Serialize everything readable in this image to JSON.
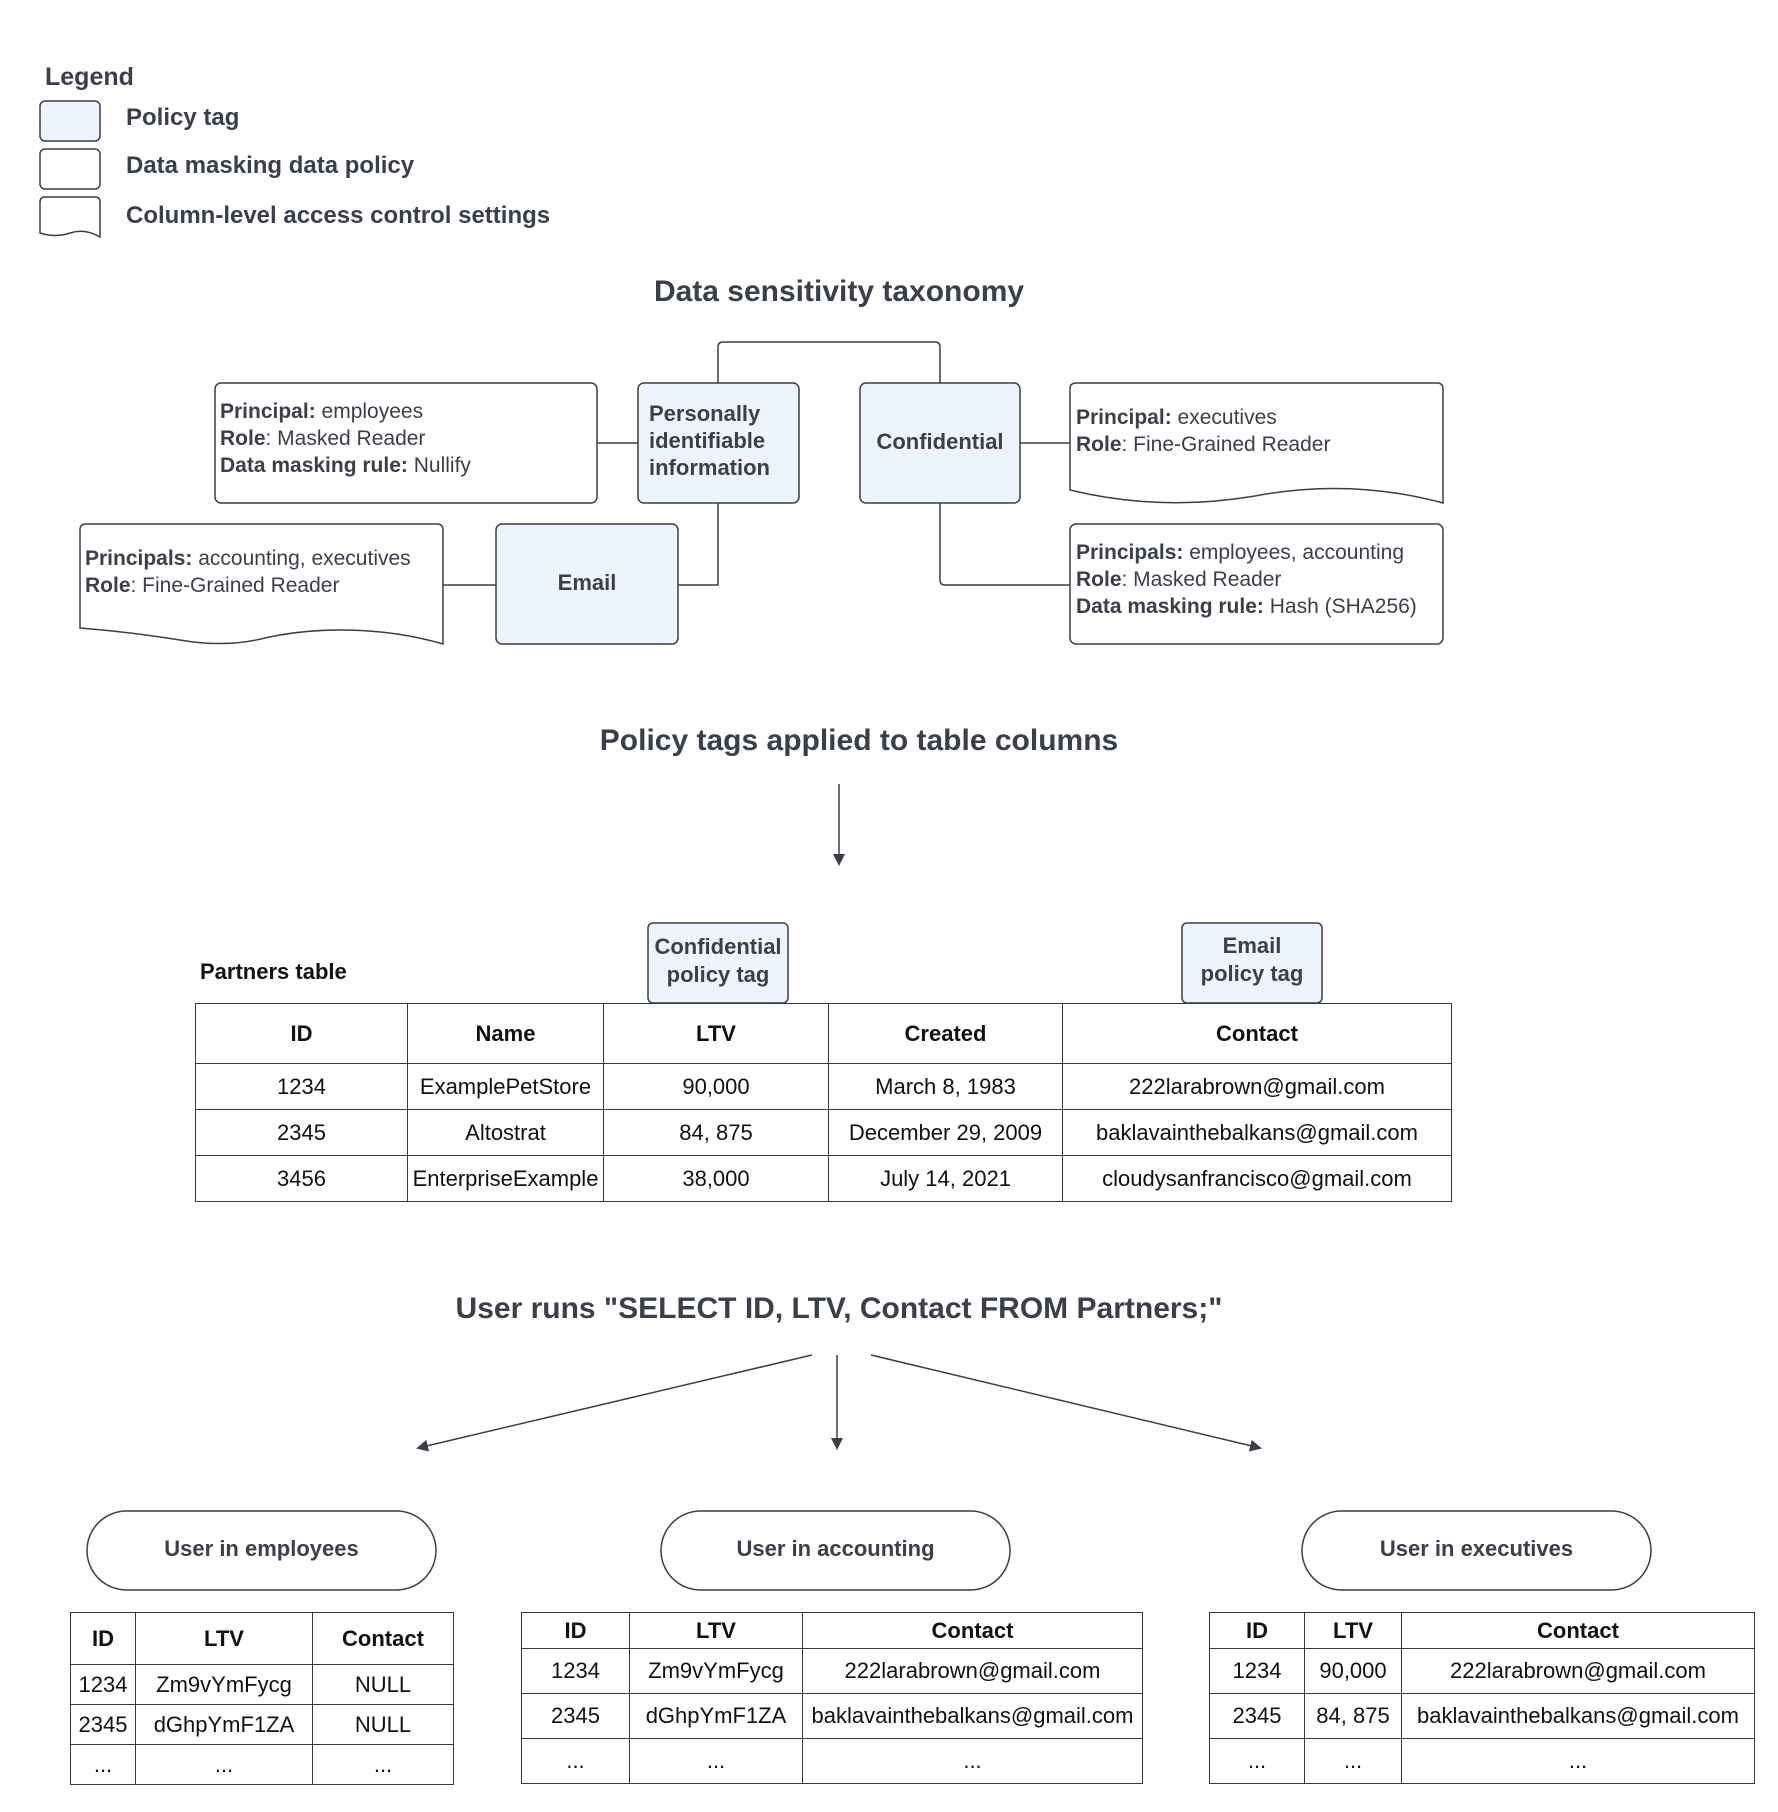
{
  "legend": {
    "title": "Legend",
    "items": [
      {
        "label": "Policy tag"
      },
      {
        "label": "Data masking data policy"
      },
      {
        "label": "Column-level access control settings"
      }
    ]
  },
  "colors": {
    "policy_tag_fill": "#edf4fd",
    "stroke": "#3a3f4a",
    "text": "#3a3f4a"
  },
  "taxonomy": {
    "title": "Data sensitivity taxonomy",
    "pii": {
      "line1": "Personally",
      "line2": "identifiable",
      "line3": "information"
    },
    "confidential": {
      "label": "Confidential"
    },
    "email": {
      "label": "Email"
    },
    "pii_policy": {
      "principal_key": "Principal:",
      "principal_val": " employees",
      "role_key": "Role",
      "role_val": ": Masked Reader",
      "rule_key": "Data masking rule:",
      "rule_val": " Nullify"
    },
    "conf_access": {
      "principal_key": "Principal:",
      "principal_val": " executives",
      "role_key": "Role",
      "role_val": ": Fine-Grained Reader"
    },
    "email_access": {
      "principal_key": "Principals:",
      "principal_val": " accounting, executives",
      "role_key": "Role",
      "role_val": ": Fine-Grained Reader"
    },
    "conf_policy": {
      "principal_key": "Principals:",
      "principal_val": " employees, accounting",
      "role_key": "Role",
      "role_val": ": Masked Reader",
      "rule_key": "Data masking rule:",
      "rule_val": " Hash (SHA256)"
    }
  },
  "applied": {
    "title": "Policy tags applied to table columns",
    "table_label": "Partners table",
    "conf_tag": {
      "line1": "Confidential",
      "line2": "policy tag"
    },
    "email_tag": {
      "line1": "Email",
      "line2": "policy tag"
    },
    "headers": [
      "ID",
      "Name",
      "LTV",
      "Created",
      "Contact"
    ],
    "rows": [
      [
        "1234",
        "ExamplePetStore",
        "90,000",
        "March 8, 1983",
        "222larabrown@gmail.com"
      ],
      [
        "2345",
        "Altostrat",
        "84, 875",
        "December 29, 2009",
        "baklavainthebalkans@gmail.com"
      ],
      [
        "3456",
        "EnterpriseExample",
        "38,000",
        "July 14, 2021",
        "cloudysanfrancisco@gmail.com"
      ]
    ]
  },
  "query": {
    "title": "User runs \"SELECT ID, LTV, Contact FROM Partners;\""
  },
  "results": [
    {
      "user": "User in employees",
      "headers": [
        "ID",
        "LTV",
        "Contact"
      ],
      "rows": [
        [
          "1234",
          "Zm9vYmFycg",
          "NULL"
        ],
        [
          "2345",
          "dGhpYmF1ZA",
          "NULL"
        ],
        [
          "...",
          "...",
          "..."
        ]
      ]
    },
    {
      "user": "User in accounting",
      "headers": [
        "ID",
        "LTV",
        "Contact"
      ],
      "rows": [
        [
          "1234",
          "Zm9vYmFycg",
          "222larabrown@gmail.com"
        ],
        [
          "2345",
          "dGhpYmF1ZA",
          "baklavainthebalkans@gmail.com"
        ],
        [
          "...",
          "...",
          "..."
        ]
      ]
    },
    {
      "user": "User in executives",
      "headers": [
        "ID",
        "LTV",
        "Contact"
      ],
      "rows": [
        [
          "1234",
          "90,000",
          "222larabrown@gmail.com"
        ],
        [
          "2345",
          "84, 875",
          "baklavainthebalkans@gmail.com"
        ],
        [
          "...",
          "...",
          "..."
        ]
      ]
    }
  ]
}
